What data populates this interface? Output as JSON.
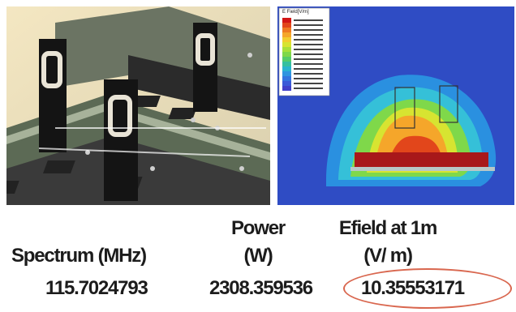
{
  "images": {
    "render_image_label": "",
    "field_legend_title": "E Field[V/m]",
    "field_legend_colors": [
      "#d11616",
      "#e2461b",
      "#ee7a22",
      "#f5a62a",
      "#f2cd2f",
      "#d7e431",
      "#a8e03a",
      "#7fd84a",
      "#55cc6a",
      "#35c0a0",
      "#2ab4cf",
      "#2f95e0",
      "#3475df",
      "#3a5ad8",
      "#4140c9"
    ],
    "field_bg": "#2f4cc4"
  },
  "table": {
    "headers": {
      "col1": "Spectrum (MHz)",
      "col2_line1": "Power",
      "col2_line2": "(W)",
      "col3_line1": "Efield at 1m",
      "col3_line2": "(V/ m)"
    },
    "row": {
      "spectrum": "115.7024793",
      "power": "2308.359536",
      "efield": "10.35553171"
    },
    "highlight_color": "#d9674f"
  }
}
